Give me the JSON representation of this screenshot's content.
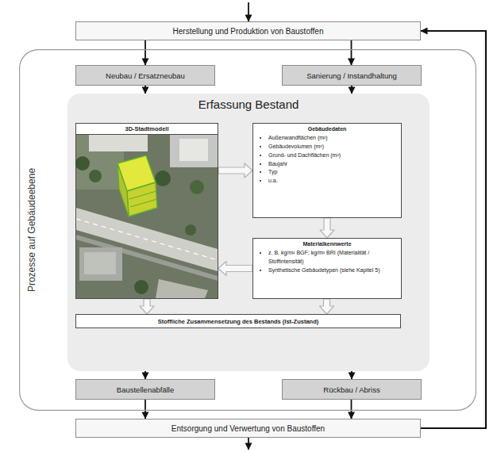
{
  "diagram": {
    "nodes": [
      {
        "text": [
          "Herstellung und Produktion von Baustoffen"
        ]
      },
      {
        "text": [
          "Prozesse auf Gebäudeebene"
        ]
      },
      {
        "text": [
          "Neubau / Ersatzneubau"
        ],
        "in": 1
      },
      {
        "text": [
          "Sanierung / Instandhaltung"
        ],
        "in": 1
      },
      {
        "text": [
          "Erfassung Bestand"
        ],
        "in": 1
      },
      {
        "text": [
          "3D-Stadtmodell"
        ],
        "in": 4
      },
      {
        "text": [
          "Gebäudedaten",
          "Außenwandflächen (m²)",
          "Gebäudevolumen (m³)",
          "Grund- und Dachflächen (m²)",
          "Baujahr",
          "Typ",
          "u.a."
        ],
        "in": 4
      },
      {
        "text": [
          "Materialkennwerte",
          "z. B. kg/m² BGF; kg/m³ BRI (Materialität / Stoffintensität)",
          "Synthetische Gebäudetypen (siehe Kapitel 5)"
        ],
        "in": 4
      },
      {
        "text": [
          "Stoffliche Zusammensetzung des Bestands (Ist-Zustand)"
        ],
        "in": 4
      },
      {
        "text": [
          "Baustellenabfälle"
        ],
        "in": 1
      },
      {
        "text": [
          "Rückbau / Abriss"
        ],
        "in": 1
      },
      {
        "text": [
          "Entsorgung und Verwertung von Baustoffen"
        ]
      }
    ],
    "edges": [
      {
        "from": 0,
        "to": 2,
        "arrow": "to"
      },
      {
        "from": 0,
        "to": 3,
        "arrow": "to"
      },
      {
        "from": 2,
        "to": 4,
        "arrow": "to"
      },
      {
        "from": 3,
        "to": 4,
        "arrow": "to"
      },
      {
        "from": 5,
        "to": 6,
        "arrow": "to"
      },
      {
        "from": 6,
        "to": 7,
        "arrow": "to"
      },
      {
        "from": 7,
        "to": 5,
        "arrow": "to"
      },
      {
        "from": 5,
        "to": 8,
        "arrow": "to"
      },
      {
        "from": 7,
        "to": 8,
        "arrow": "to"
      },
      {
        "from": 4,
        "to": 9,
        "arrow": "to"
      },
      {
        "from": 4,
        "to": 10,
        "arrow": "to"
      },
      {
        "from": 9,
        "to": 11,
        "arrow": "to"
      },
      {
        "from": 10,
        "to": 11,
        "arrow": "to"
      },
      {
        "from": 11,
        "to": 0,
        "arrow": "to"
      }
    ]
  }
}
